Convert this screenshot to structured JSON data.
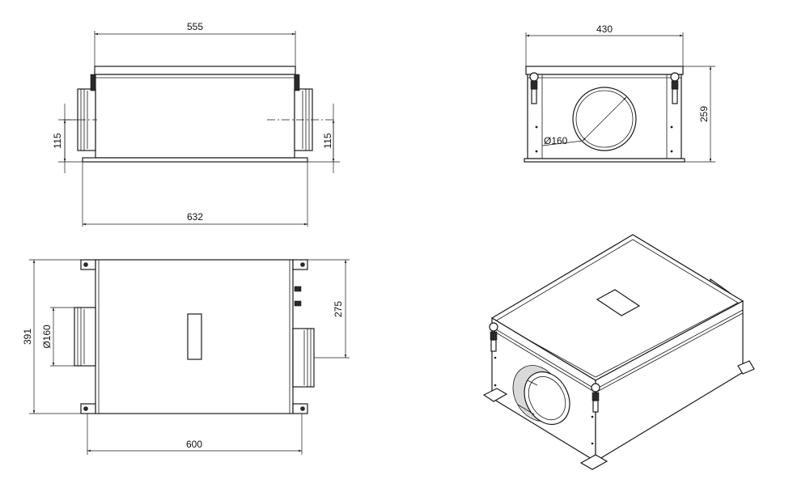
{
  "views": {
    "front": {
      "label": "front-view",
      "dim_top": "555",
      "dim_bottom": "632",
      "dim_left": "115",
      "dim_right": "115"
    },
    "side": {
      "label": "side-view",
      "dim_top": "430",
      "dim_right": "259",
      "dim_diameter": "Ø160"
    },
    "top": {
      "label": "top-view",
      "dim_left": "391",
      "dim_left_inner": "Ø160",
      "dim_right": "275",
      "dim_bottom": "600"
    },
    "iso": {
      "label": "isometric-view"
    }
  }
}
